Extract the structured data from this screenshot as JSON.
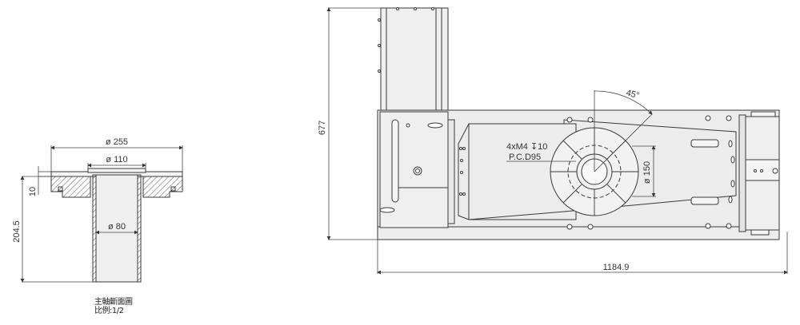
{
  "section_view": {
    "dimensions": {
      "flange_diameter": "ø 255",
      "bore_top_diameter": "ø 110",
      "bore_inner_diameter": "ø 80",
      "flange_thickness": "10",
      "spindle_height": "204.5"
    },
    "caption": {
      "title": "主軸斷面圖",
      "scale": "比例:1/2"
    }
  },
  "top_view": {
    "dimensions": {
      "overall_height": "677",
      "overall_length": "1184.9",
      "table_diameter": "ø 150",
      "angle": "45°"
    },
    "annotations": {
      "thread_spec": "4xM4 ↧10",
      "pcd": "P.C.D95"
    }
  },
  "colors": {
    "line": "#3a3a3a",
    "fill": "#ececec",
    "hatch": "#555555",
    "background": "#ffffff"
  }
}
